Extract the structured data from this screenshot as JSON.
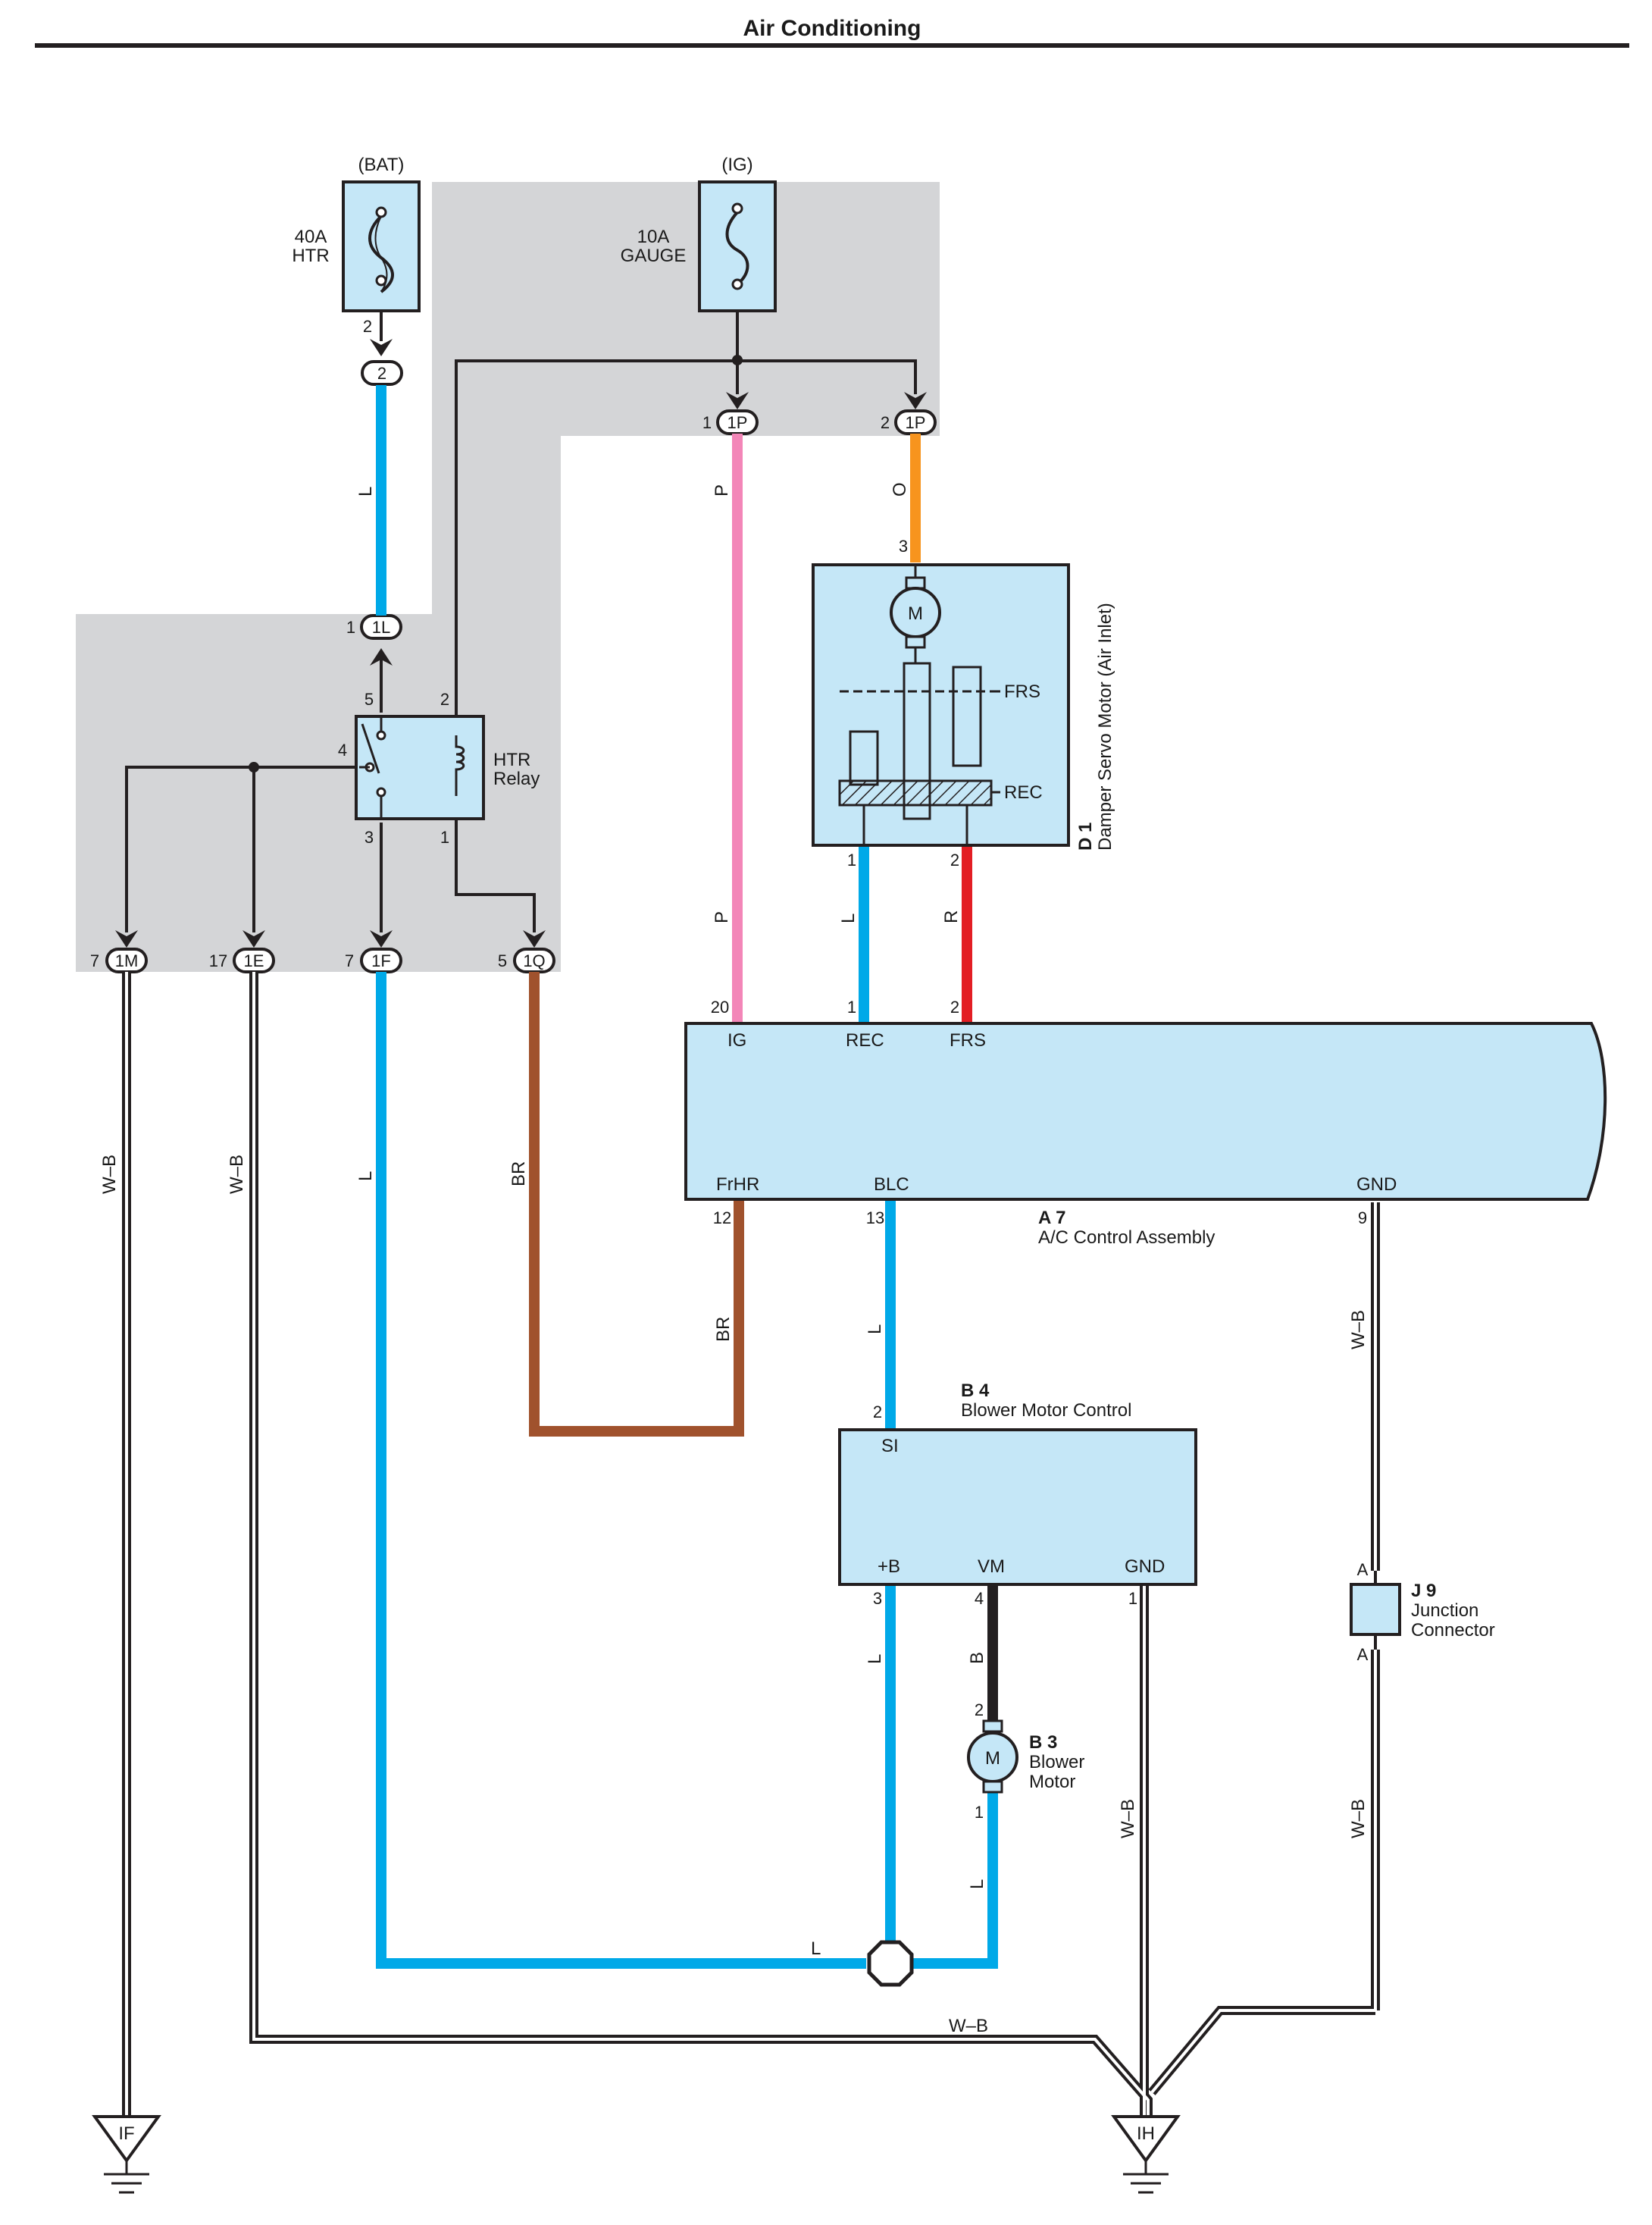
{
  "title": "Air Conditioning",
  "colors": {
    "zone": "#d4d5d7",
    "component_fill": "#c5e7f7",
    "wire_L": "#00a9e8",
    "wire_P": "#f386b8",
    "wire_O": "#f7941e",
    "wire_R": "#e31e24",
    "wire_BR": "#a0522d",
    "wire_B": "#231f20",
    "wire_WB": "#231f20"
  },
  "fuses": {
    "bat": {
      "supply": "(BAT)",
      "rating": "40A",
      "name": "HTR"
    },
    "ig": {
      "supply": "(IG)",
      "rating": "10A",
      "name": "GAUGE"
    }
  },
  "connectors": {
    "c2": {
      "label": "2",
      "pin": "2"
    },
    "c1p_a": {
      "label": "1P",
      "pin": "1"
    },
    "c1p_b": {
      "label": "1P",
      "pin": "2"
    },
    "c1l": {
      "label": "1L",
      "pin": "1"
    },
    "c1m": {
      "label": "1M",
      "pin": "7"
    },
    "c1e": {
      "label": "1E",
      "pin": "17"
    },
    "c1f": {
      "label": "1F",
      "pin": "7"
    },
    "c1q": {
      "label": "1Q",
      "pin": "5"
    }
  },
  "relay": {
    "name_line1": "HTR",
    "name_line2": "Relay",
    "pins": {
      "p5": "5",
      "p2": "2",
      "p4": "4",
      "p3": "3",
      "p1": "1"
    }
  },
  "damper_servo": {
    "code": "D 1",
    "name": "Damper Servo Motor (Air Inlet)",
    "motor": "M",
    "frs": "FRS",
    "rec": "REC",
    "pins": {
      "p3": "3",
      "p1": "1",
      "p2": "2"
    }
  },
  "ac_control": {
    "code": "A 7",
    "name": "A/C Control Assembly",
    "terminals": {
      "ig": {
        "name": "IG",
        "pin": "20"
      },
      "rec": {
        "name": "REC",
        "pin": "1"
      },
      "frs": {
        "name": "FRS",
        "pin": "2"
      },
      "frhr": {
        "name": "FrHR",
        "pin": "12"
      },
      "blc": {
        "name": "BLC",
        "pin": "13"
      },
      "gnd": {
        "name": "GND",
        "pin": "9"
      }
    }
  },
  "blower_control": {
    "code": "B 4",
    "name": "Blower Motor Control",
    "terminals": {
      "si": {
        "name": "SI",
        "pin": "2"
      },
      "plusb": {
        "name": "+B",
        "pin": "3"
      },
      "vm": {
        "name": "VM",
        "pin": "4"
      },
      "gnd": {
        "name": "GND",
        "pin": "1"
      }
    }
  },
  "blower_motor": {
    "code": "B 3",
    "name_line1": "Blower",
    "name_line2": "Motor",
    "motor": "M",
    "pins": {
      "p2": "2",
      "p1": "1"
    }
  },
  "junction": {
    "code": "J 9",
    "name_line1": "Junction",
    "name_line2": "Connector",
    "pin_top": "A",
    "pin_bottom": "A"
  },
  "wire_labels": {
    "L": "L",
    "P": "P",
    "O": "O",
    "R": "R",
    "BR": "BR",
    "B": "B",
    "WB": "W–B"
  },
  "grounds": {
    "left": "IF",
    "right": "IH"
  }
}
